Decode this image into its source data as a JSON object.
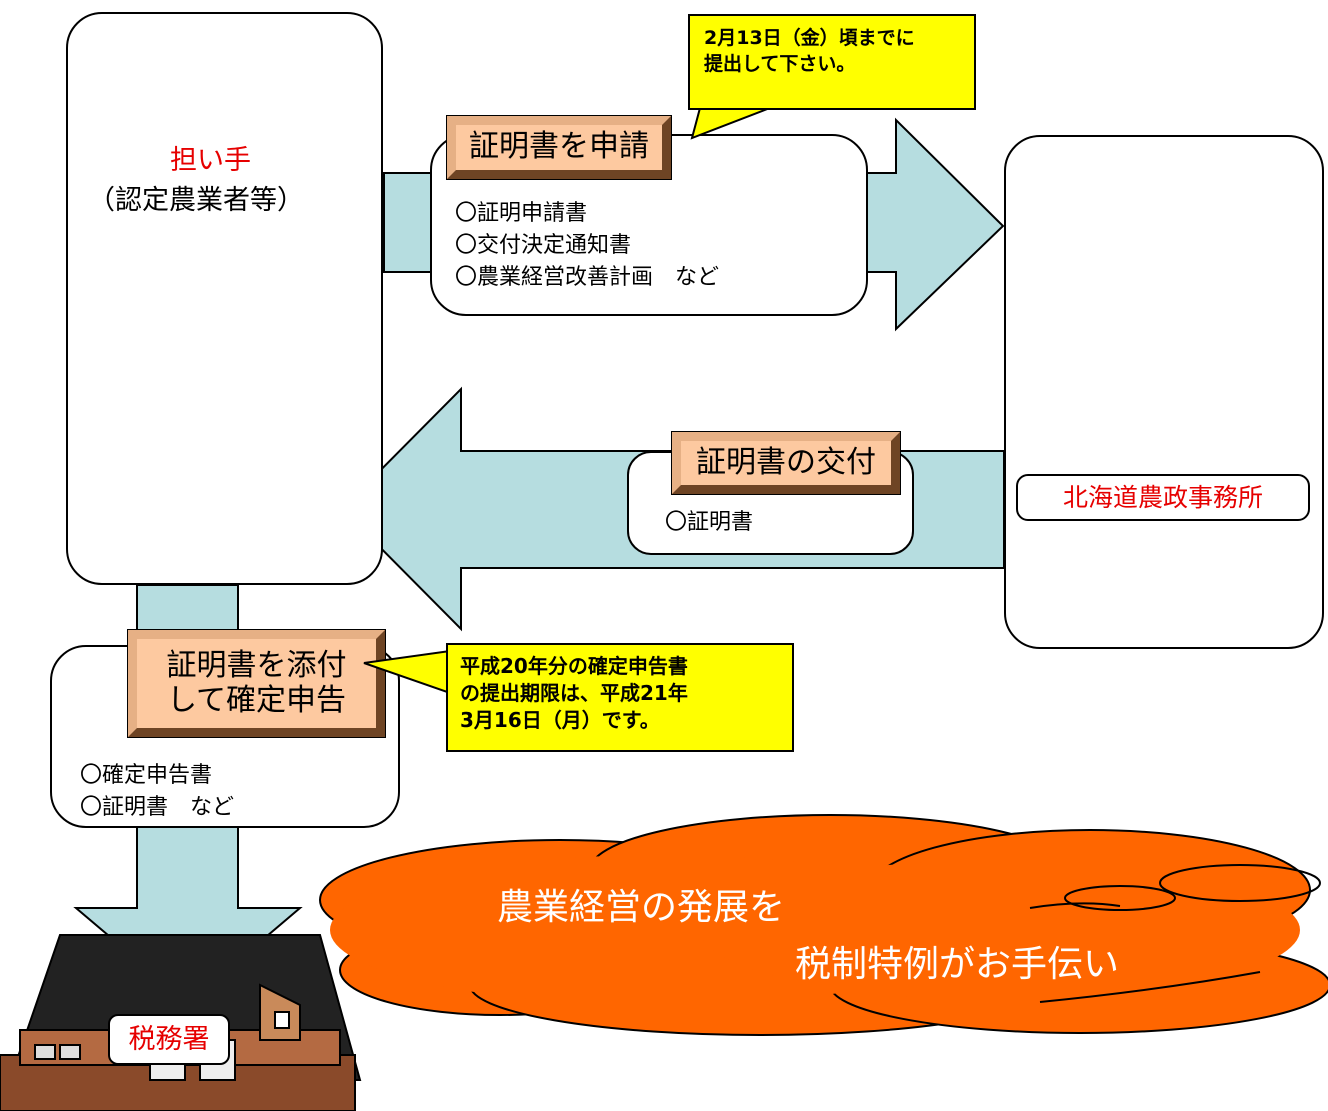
{
  "farmer": {
    "title": "担い手",
    "subtitle": "（認定農業者等）"
  },
  "apply": {
    "label": "証明書を申請",
    "items": [
      "〇証明申請書",
      "〇交付決定通知書",
      "〇農業経営改善計画　など"
    ]
  },
  "deadline_callout": {
    "line1": "2月13日（金）頃までに",
    "line2": "提出して下さい。"
  },
  "office": {
    "name": "北海道農政事務所"
  },
  "issue": {
    "label": "証明書の交付",
    "items": [
      "〇証明書"
    ]
  },
  "filing": {
    "label_line1": "証明書を添付",
    "label_line2": "して確定申告",
    "items": [
      "〇確定申告書",
      "〇証明書　など"
    ]
  },
  "filing_callout": {
    "line1": "平成20年分の確定申告書",
    "line2": "の提出期限は、平成21年",
    "line3": "3月16日（月）です。"
  },
  "tax_office": {
    "name": "税務署"
  },
  "slogan": {
    "line1": "農業経営の発展を",
    "line2": "税制特例がお手伝い"
  },
  "colors": {
    "arrow": "#b6dde0",
    "label_fill": "#fdc9a0",
    "callout": "#ffff00",
    "cloud": "#ff6600",
    "accent_red": "#e60000",
    "building_blue": "#1426a8"
  }
}
